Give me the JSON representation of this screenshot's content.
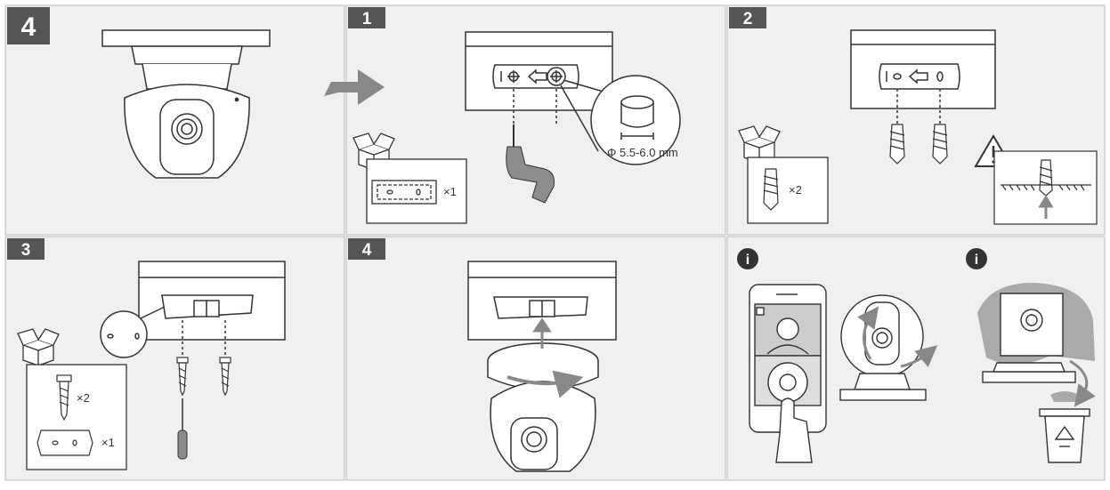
{
  "steps": {
    "top_left": "4",
    "top_middle": "1",
    "top_right": "2",
    "bottom_left": "3",
    "bottom_middle": "4"
  },
  "labels": {
    "mounting_plate_qty": "×1",
    "drill_diameter": "Φ 5.5-6.0 mm",
    "anchor_qty": "×2",
    "screw_qty": "×2",
    "plate_qty": "×1"
  },
  "info_glyphs": {
    "info_1": "i",
    "info_2": "i"
  },
  "colors": {
    "panel_bg": "#f0f0f0",
    "badge_bg": "#555555",
    "line": "#333333",
    "gray_fill": "#8c8c8c"
  }
}
